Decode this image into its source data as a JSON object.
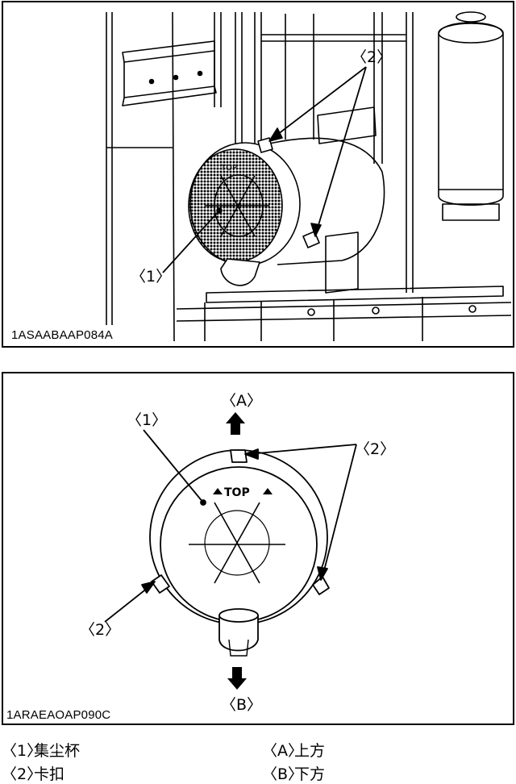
{
  "figure1": {
    "code": "1ASAABAAP084A",
    "callout_1": "〈1〉",
    "callout_2": "〈2〉",
    "top_label": "TOP"
  },
  "figure2": {
    "code": "1ARAEAOAP090C",
    "callout_1": "〈1〉",
    "callout_2_right": "〈2〉",
    "callout_2_left": "〈2〉",
    "callout_A": "〈A〉",
    "callout_B": "〈B〉",
    "top_label": "TOP"
  },
  "legend": {
    "items": [
      {
        "mark": "〈1〉",
        "text": "集尘杯"
      },
      {
        "mark": "〈2〉",
        "text": "卡扣"
      },
      {
        "mark": "〈A〉",
        "text": "上方"
      },
      {
        "mark": "〈B〉",
        "text": "下方"
      }
    ]
  }
}
